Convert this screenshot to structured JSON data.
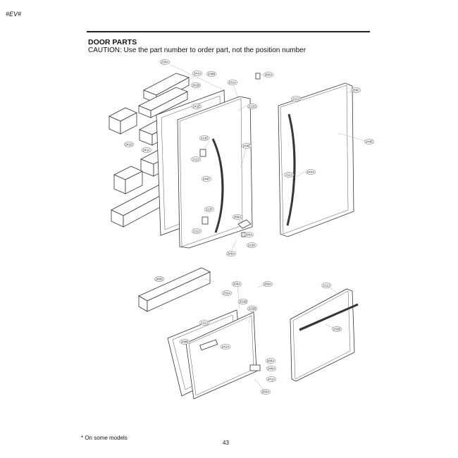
{
  "header": {
    "code": "#EV#"
  },
  "section": {
    "title": "DOOR PARTS",
    "caution": "CAUTION: Use the part number to order part, not the position number"
  },
  "callouts": [
    "230A",
    "241A",
    "230B",
    "241B",
    "231A",
    "280A",
    "241E",
    "212G",
    "244E",
    "241D",
    "241C",
    "212E",
    "212J",
    "244F",
    "212F",
    "280A",
    "212J",
    "280A",
    "200A",
    "212K",
    "212J",
    "200C",
    "244A",
    "212J",
    "244E",
    "280D",
    "200A",
    "280A",
    "232A",
    "231B",
    "232B",
    "212J",
    "200B",
    "241A",
    "280A",
    "246A",
    "241A",
    "250A",
    "212J",
    "232B",
    "280A",
    "244B",
    "121B",
    "244A",
    "280A"
  ],
  "footer": {
    "note": "* On some models",
    "page": "43"
  }
}
